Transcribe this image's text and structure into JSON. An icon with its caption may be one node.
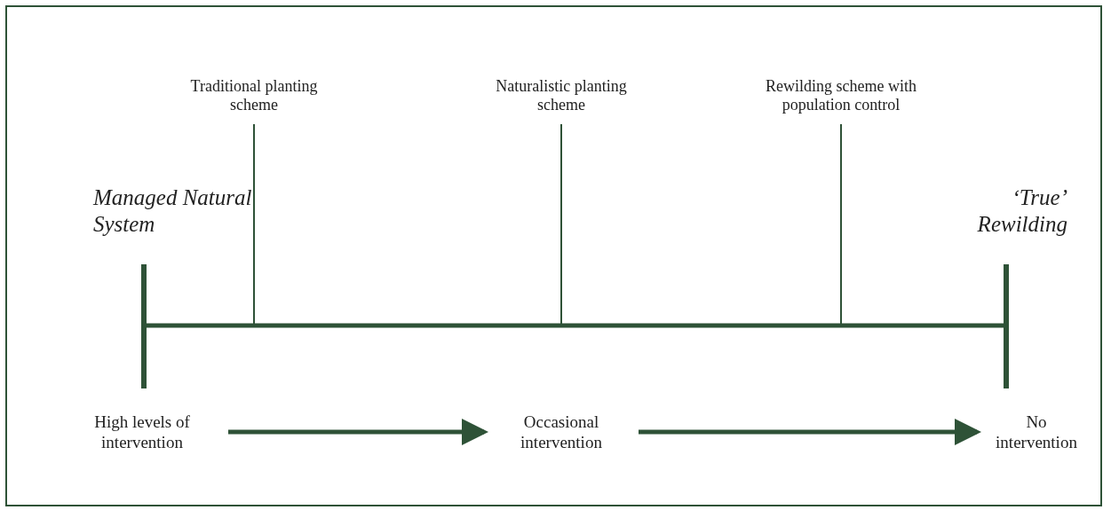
{
  "diagram": {
    "nodes": [
      {
        "text": [
          "High levels of intervention"
        ]
      },
      {
        "text": [
          "Occasional intervention"
        ]
      },
      {
        "text": [
          "No intervention"
        ]
      }
    ],
    "edges": [
      {
        "from": 0,
        "to": 1,
        "arrow": "to"
      },
      {
        "from": 1,
        "to": 2,
        "arrow": "to"
      }
    ],
    "labels": [
      "Traditional planting scheme",
      "Naturalistic planting scheme",
      "Rewilding scheme with population control",
      "Managed Natural System",
      "‘True’ Rewilding"
    ]
  }
}
